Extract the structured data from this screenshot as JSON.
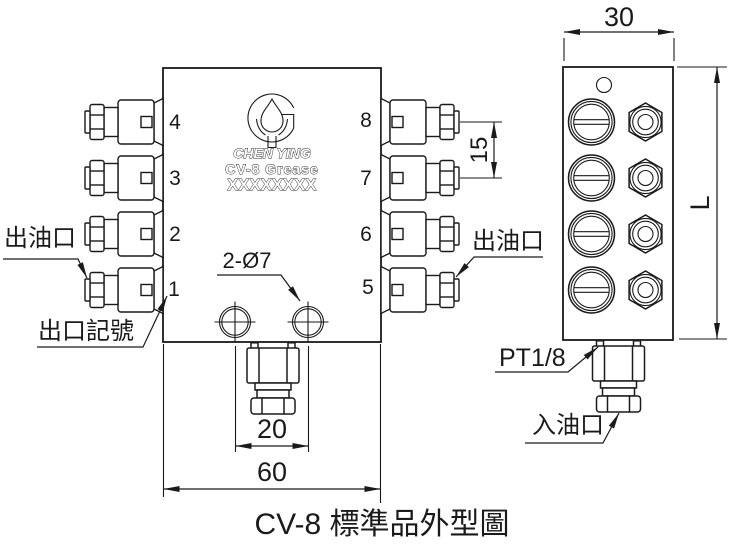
{
  "page": {
    "title": "CV-8 標準品外型圖"
  },
  "colors": {
    "ink": "#1a1a1a",
    "paper": "#ffffff"
  },
  "front": {
    "logo": {
      "brand": "CHEN YING",
      "model": "CV-8 Grease",
      "serial": "XXXXXXXX"
    },
    "ports_left": [
      "4",
      "3",
      "2",
      "1"
    ],
    "ports_right": [
      "8",
      "7",
      "6",
      "5"
    ],
    "callout_holes": "2-Ø7",
    "dim_hole_spacing": "20",
    "dim_width": "60",
    "dim_port_pitch": "15",
    "label_outlet_left": "出油口",
    "label_outlet_mark": "出口記號",
    "label_outlet_right": "出油口"
  },
  "side": {
    "dim_width": "30",
    "dim_length": "L",
    "label_thread": "PT1/8",
    "label_inlet": "入油口"
  }
}
